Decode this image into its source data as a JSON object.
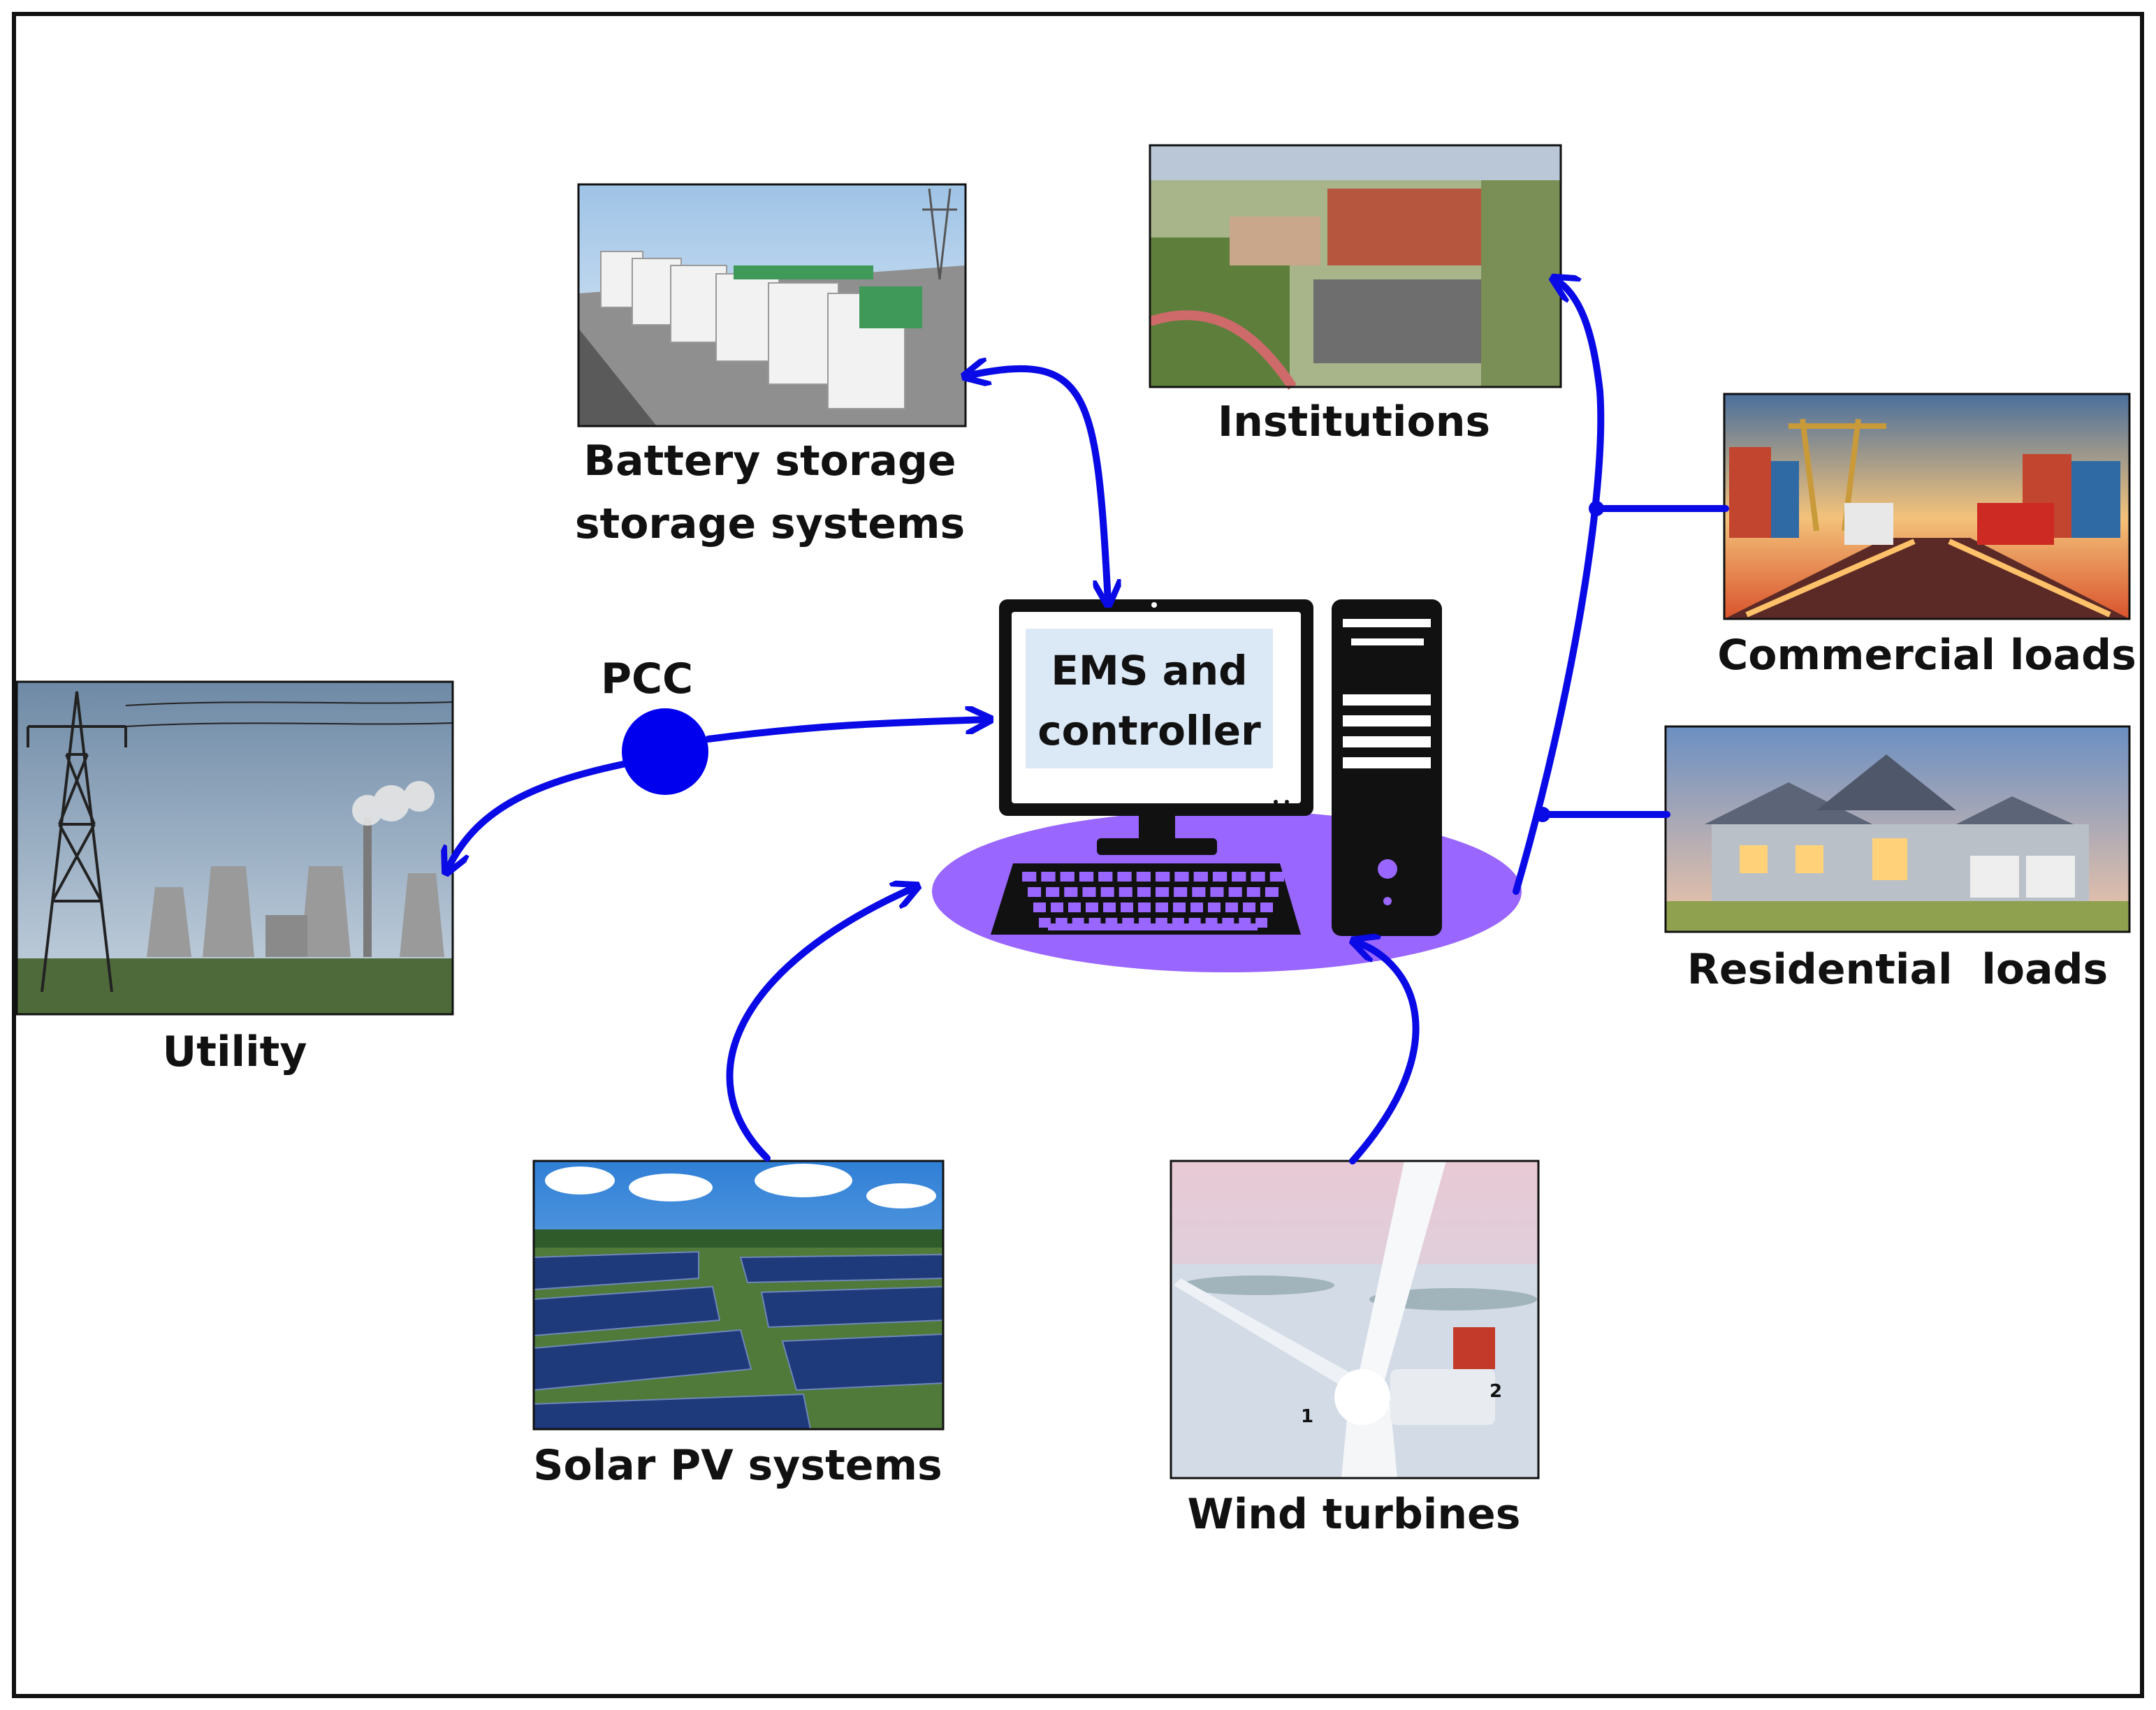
{
  "colors": {
    "arrow": "#0a0ae6",
    "pcc_node": "#0000ee",
    "desk_ellipse": "#9966ff",
    "computer": "#111111",
    "screen": "#dbe8f6",
    "frame": "#111111"
  },
  "nodes": {
    "battery": {
      "label_line1": "Battery storage",
      "label_line2": "storage systems",
      "icon": "battery-storage-photo"
    },
    "institutions": {
      "label": "Institutions",
      "icon": "institution-campus-photo"
    },
    "commercial": {
      "label": "Commercial loads",
      "icon": "container-port-photo"
    },
    "residential": {
      "label": "Residential  loads",
      "icon": "house-photo"
    },
    "utility": {
      "label": "Utility",
      "icon": "power-plant-photo"
    },
    "solar": {
      "label": "Solar PV systems",
      "icon": "solar-farm-photo"
    },
    "wind": {
      "label": "Wind turbines",
      "icon": "wind-turbine-photo",
      "marker_1": "1",
      "marker_2": "2"
    },
    "pcc": {
      "label": "PCC"
    },
    "ems": {
      "label_line1": "EMS and",
      "label_line2": "controller",
      "icon": "computer-icon"
    }
  }
}
